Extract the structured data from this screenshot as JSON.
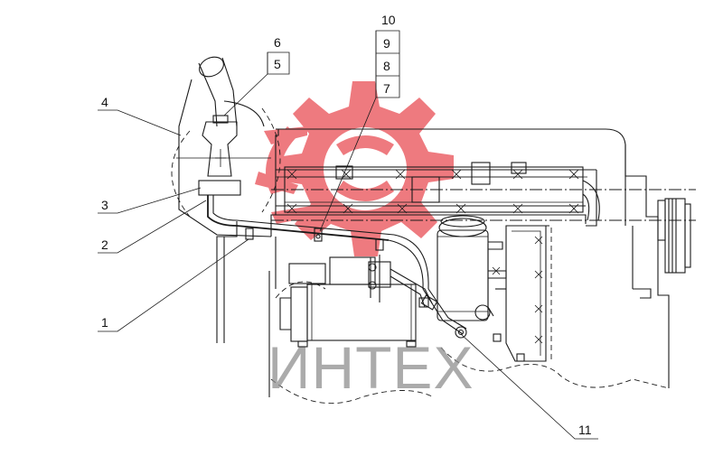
{
  "drawing": {
    "callouts": [
      {
        "id": "c1",
        "label": "1"
      },
      {
        "id": "c2",
        "label": "2"
      },
      {
        "id": "c3",
        "label": "3"
      },
      {
        "id": "c4",
        "label": "4"
      },
      {
        "id": "c5",
        "label": "5"
      },
      {
        "id": "c6",
        "label": "6"
      },
      {
        "id": "c7",
        "label": "7"
      },
      {
        "id": "c8",
        "label": "8"
      },
      {
        "id": "c9",
        "label": "9"
      },
      {
        "id": "c10",
        "label": "10"
      },
      {
        "id": "c11",
        "label": "11"
      }
    ]
  },
  "watermark": {
    "text": "ИНТЕХ",
    "color": "#e8474f"
  }
}
